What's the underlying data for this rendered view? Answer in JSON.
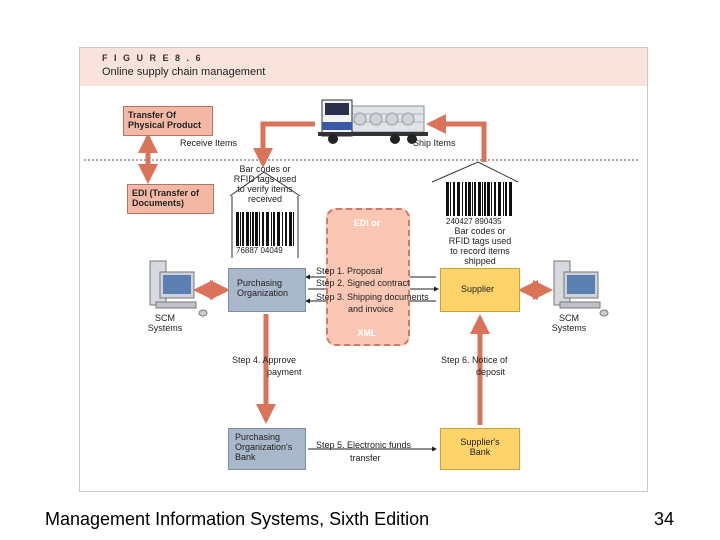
{
  "figure": {
    "label": "F I G U R E  8 . 6",
    "title": "Online supply chain management"
  },
  "diagram": {
    "transfer_physical": "Transfer Of Physical Product",
    "edi_transfer": "EDI (Transfer of Documents)",
    "receive_items": "Receive Items",
    "ship_items": "Ship Items",
    "barcode_left_caption": "Bar codes or RFID tags used to verify items received",
    "barcode_left_digits": "76887  04049",
    "barcode_right_digits": "240427  890435",
    "barcode_right_caption": "Bar codes or RFID tags used to record items shipped",
    "edi_label": "EDI or",
    "xml_label": "XML",
    "purchasing_org": "Purchasing Organization",
    "supplier": "Supplier",
    "step1": "Step 1. Proposal",
    "step2": "Step 2. Signed contract",
    "step3": "Step 3. Shipping documents",
    "step3b": "and invoice",
    "scm_left": "SCM Systems",
    "scm_right": "SCM Systems",
    "step4": "Step 4. Approve",
    "step4b": "payment",
    "step6": "Step 6. Notice of",
    "step6b": "deposit",
    "purchasing_bank": "Purchasing Organization's Bank",
    "supplier_bank": "Supplier's Bank",
    "step5": "Step 5. Electronic funds",
    "step5b": "transfer"
  },
  "footer": {
    "book_title": "Management Information Systems, Sixth Edition",
    "page_number": "34"
  },
  "colors": {
    "arrow": "#d9735a",
    "salmon_box": "#f4b9a6",
    "blue_box": "#a9b8cb",
    "yellow_box": "#fdd36a",
    "header_bg": "#f9e3dc"
  }
}
